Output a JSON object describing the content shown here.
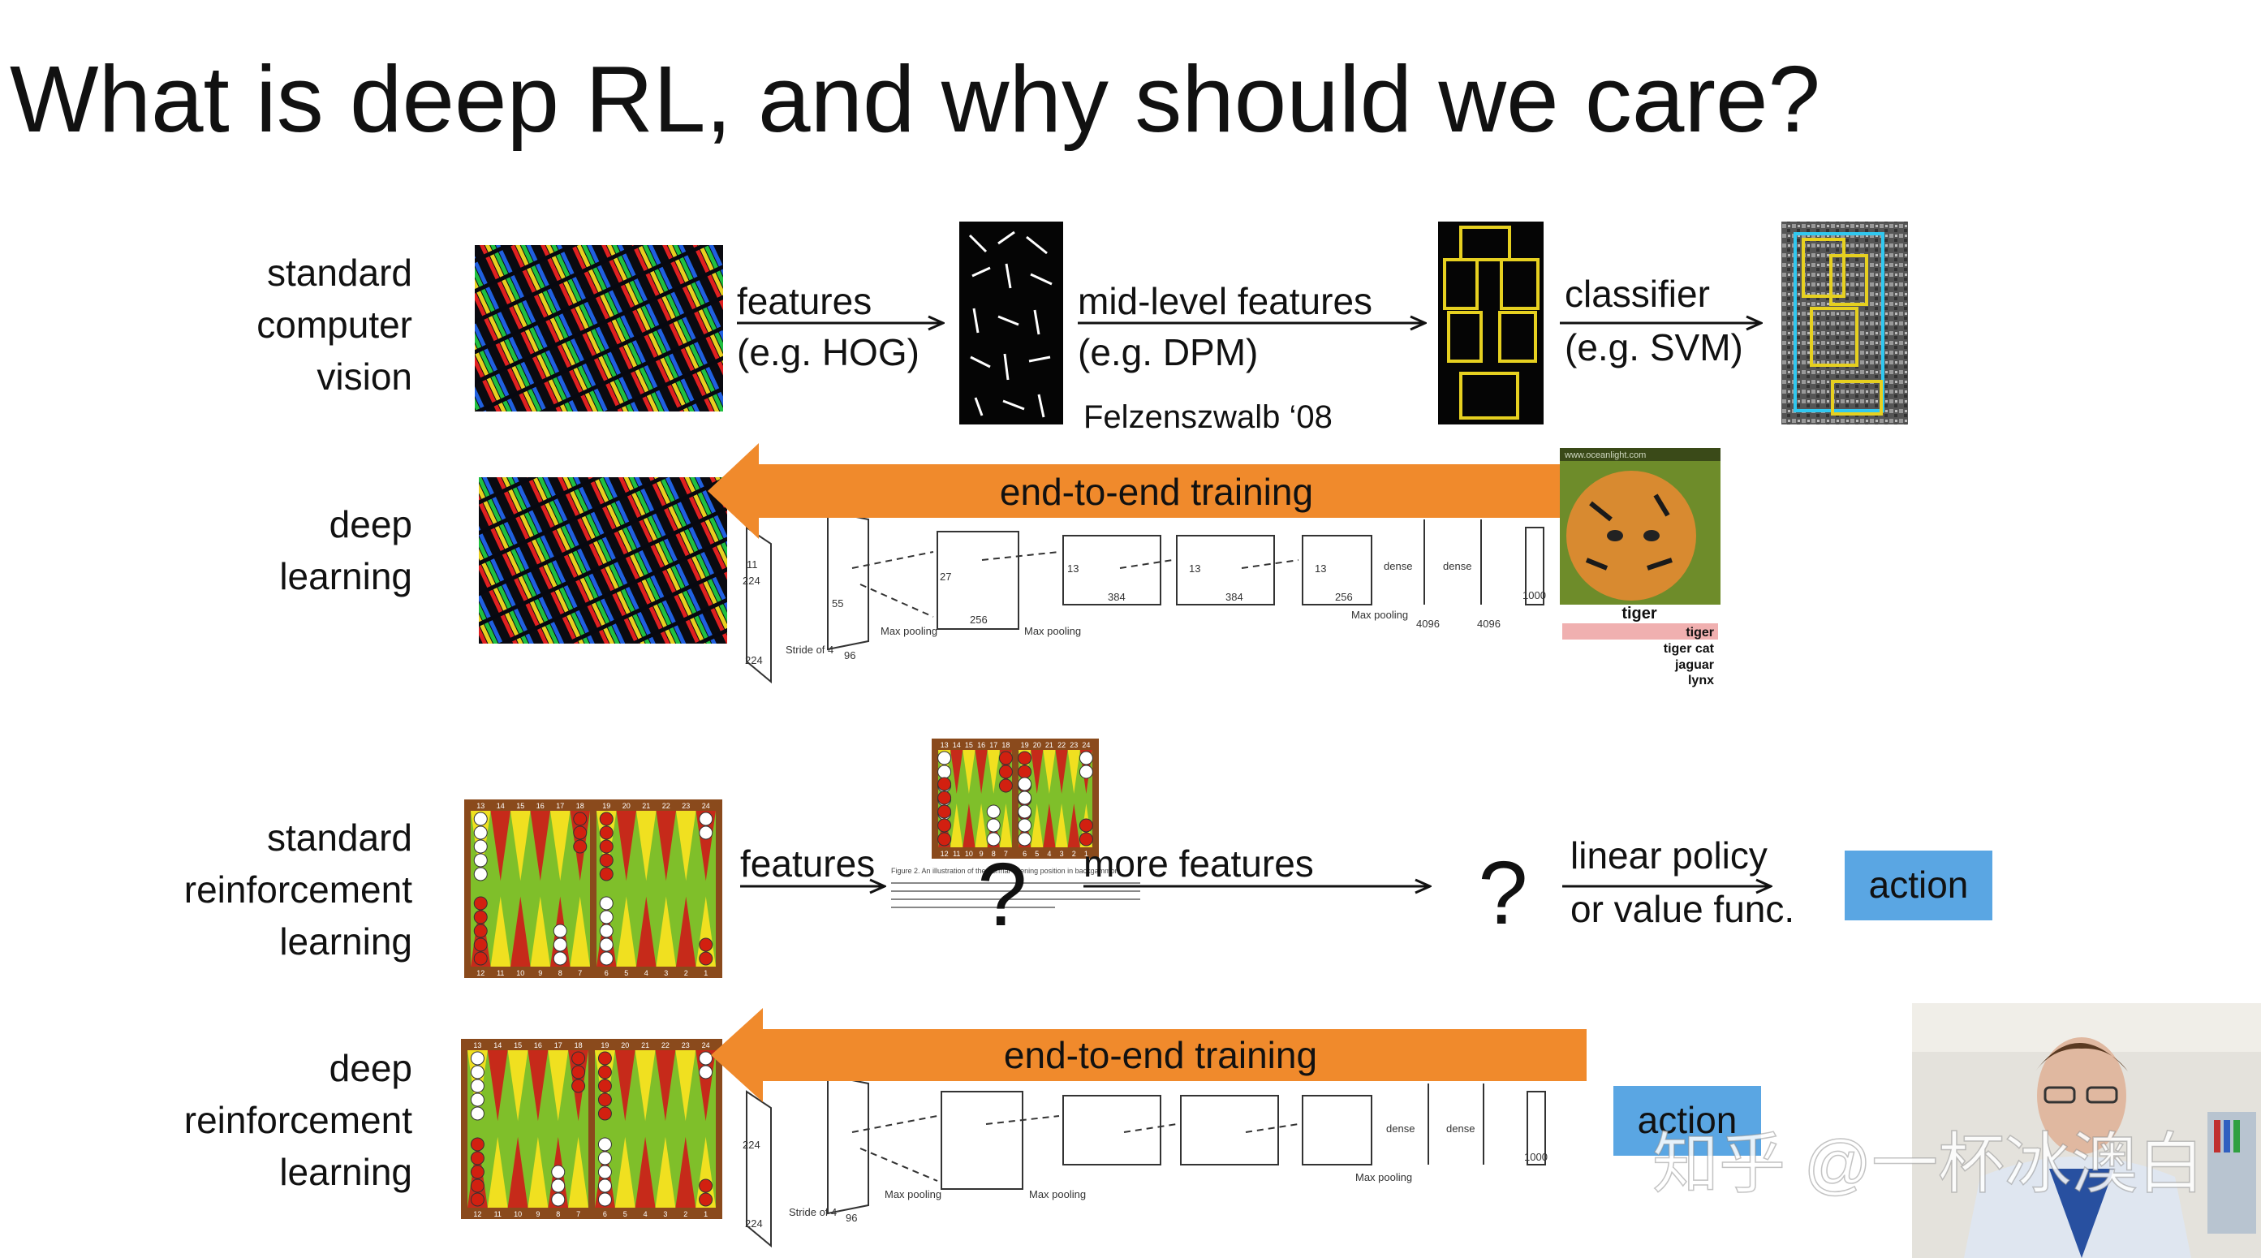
{
  "title": "What is deep RL, and why should we care?",
  "colors": {
    "arrow": "#f08a2c",
    "action_box": "#5aa6e3",
    "text": "#111111",
    "board_brown": "#8a4a1c",
    "board_green": "#7fbf2a",
    "board_yellow": "#f0e020"
  },
  "rows": {
    "cv": {
      "label_lines": [
        "standard",
        "computer",
        "vision"
      ],
      "step1": [
        "features",
        "(e.g. HOG)"
      ],
      "step2": [
        "mid-level features",
        "(e.g. DPM)"
      ],
      "citation": "Felzenszwalb ‘08",
      "step3": [
        "classifier",
        "(e.g. SVM)"
      ],
      "image_icons": [
        "rgb-pattern-image",
        "hog-features-image",
        "dpm-parts-image",
        "detection-image"
      ]
    },
    "dl": {
      "label_lines": [
        "deep",
        "learning"
      ],
      "banner": "end-to-end training",
      "net_labels": [
        "224",
        "224",
        "11",
        "Stride of 4",
        "96",
        "55",
        "Max pooling",
        "27",
        "256",
        "Max pooling",
        "13",
        "384",
        "13",
        "384",
        "13",
        "256",
        "Max pooling",
        "dense",
        "dense",
        "4096",
        "4096",
        "1000"
      ],
      "result_labels": [
        "tiger",
        "tiger",
        "tiger cat",
        "jaguar",
        "lynx"
      ],
      "watermark": "www.oceanlight.com"
    },
    "srl": {
      "label_lines": [
        "standard",
        "reinforcement",
        "learning"
      ],
      "step1": "features",
      "step2": "more features",
      "question_mark": "?",
      "policy": [
        "linear policy",
        "or value func."
      ],
      "action": "action",
      "board_top_numbers": [
        "13",
        "14",
        "15",
        "16",
        "17",
        "18",
        "19",
        "20",
        "21",
        "22",
        "23",
        "24"
      ],
      "board_bottom_numbers": [
        "12",
        "11",
        "10",
        "9",
        "8",
        "7",
        "6",
        "5",
        "4",
        "3",
        "2",
        "1"
      ],
      "figure_caption": "Figure 2. An illustration of the normal opening position in backgammon"
    },
    "drl": {
      "label_lines": [
        "deep",
        "reinforcement",
        "learning"
      ],
      "banner": "end-to-end training",
      "action": "action"
    }
  },
  "watermark_text": "知乎 @一杯冰澳白",
  "presenter": "presenter-webcam"
}
